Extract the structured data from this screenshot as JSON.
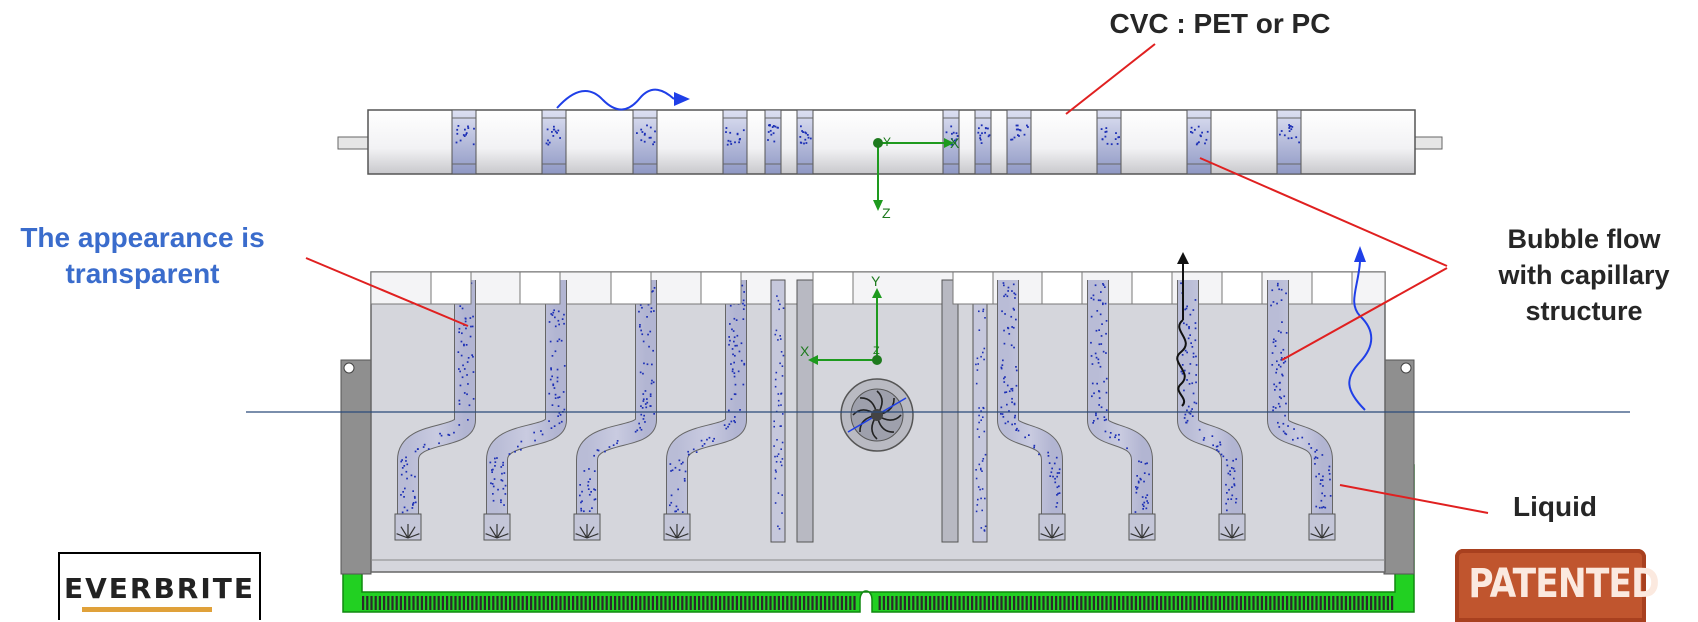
{
  "labels": {
    "cvc": "CVC : PET or PC",
    "appearance_line1": "The appearance is",
    "appearance_line2": "transparent",
    "bubble_line1": "Bubble flow",
    "bubble_line2": "with capillary",
    "bubble_line3": "structure",
    "liquid": "Liquid"
  },
  "axes_top": {
    "x": "X",
    "y": "Y",
    "z": "Z"
  },
  "axes_front": {
    "x": "X",
    "y": "Y",
    "z": "Z"
  },
  "logo": {
    "text": "EVERBRITE"
  },
  "stamp": {
    "text": "PATENTED"
  },
  "colors": {
    "leader_line": "#e02020",
    "flow_arrow": "#1f3fe8",
    "particles": "#1c2fb5",
    "axis": "#1e9a1e",
    "pcb": "#22d022",
    "body": "#d9d9de",
    "label_dark": "#262626",
    "label_blue": "#3a6ccc"
  }
}
